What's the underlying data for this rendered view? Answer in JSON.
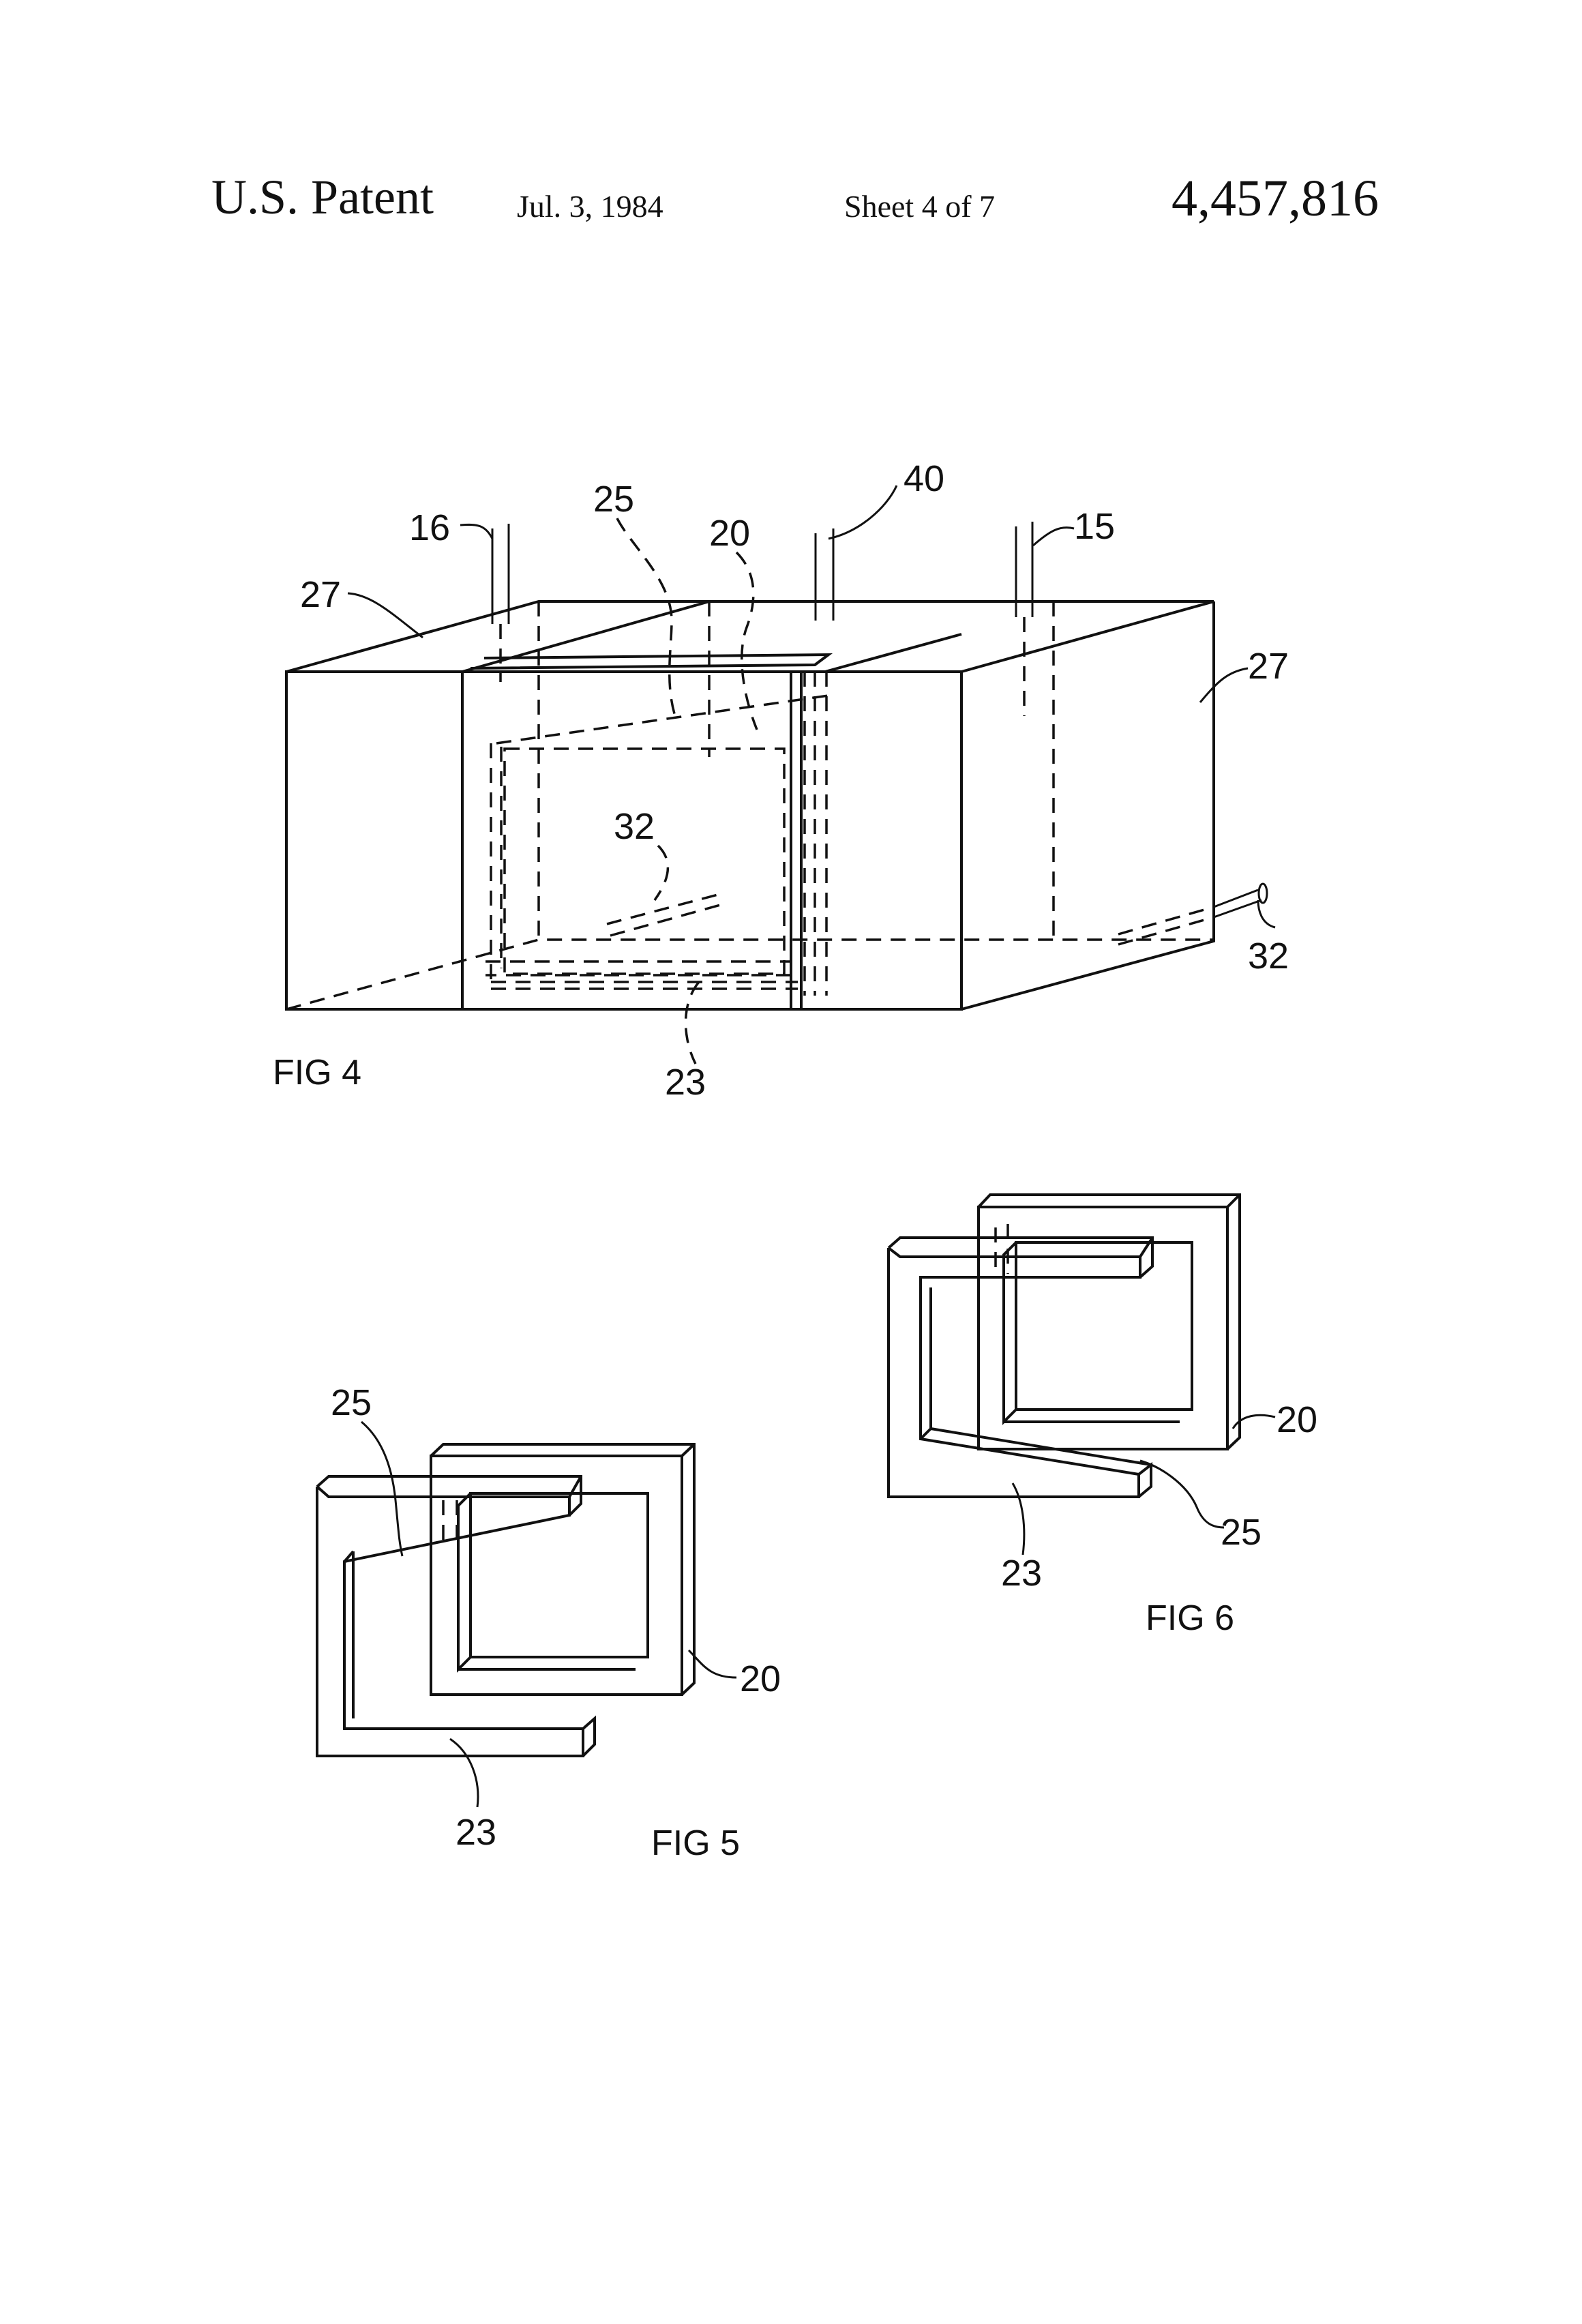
{
  "header": {
    "left": "U.S. Patent",
    "date": "Jul. 3, 1984",
    "sheet": "Sheet 4 of 7",
    "patent_number": "4,457,816"
  },
  "fig4": {
    "caption": "FIG 4",
    "labels": {
      "l16": "16",
      "l25": "25",
      "l20": "20",
      "l40": "40",
      "l15": "15",
      "l27a": "27",
      "l27b": "27",
      "l32a": "32",
      "l32b": "32",
      "l23": "23"
    }
  },
  "fig5": {
    "caption": "FIG 5",
    "labels": {
      "l25": "25",
      "l20": "20",
      "l23": "23"
    }
  },
  "fig6": {
    "caption": "FIG 6",
    "labels": {
      "l20": "20",
      "l25": "25",
      "l23": "23"
    }
  }
}
